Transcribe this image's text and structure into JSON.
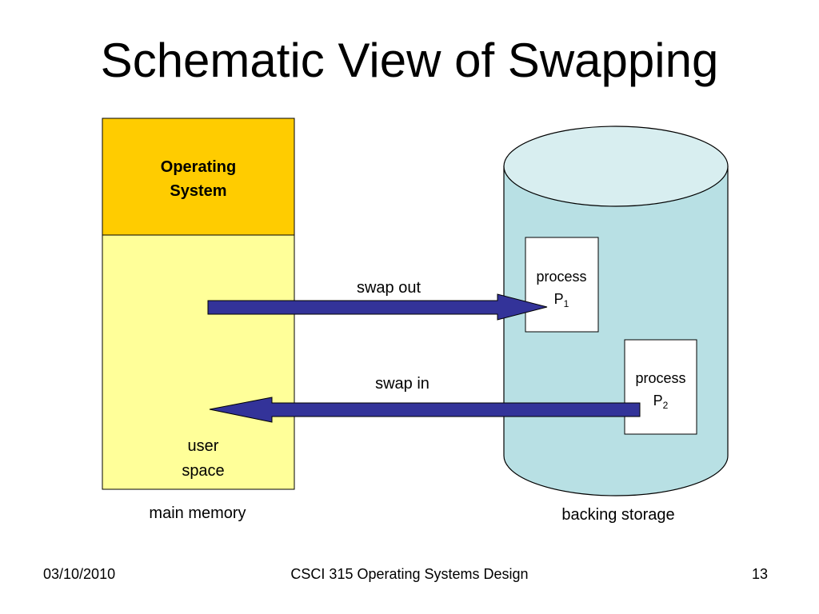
{
  "title": "Schematic View of Swapping",
  "main_memory": {
    "os_label_line1": "Operating",
    "os_label_line2": "System",
    "user_space_line1": "user",
    "user_space_line2": "space",
    "caption": "main memory"
  },
  "backing_storage": {
    "caption": "backing storage",
    "p1_word": "process",
    "p1_name": "P",
    "p1_sub": "1",
    "p2_word": "process",
    "p2_name": "P",
    "p2_sub": "2"
  },
  "arrows": {
    "swap_out": "swap out",
    "swap_in": "swap in"
  },
  "footer": {
    "date": "03/10/2010",
    "course": "CSCI 315 Operating Systems Design",
    "page": "13"
  },
  "colors": {
    "os_fill": "#FFCC00",
    "user_space_fill": "#FFFF99",
    "cylinder_body": "#B8E0E4",
    "cylinder_top": "#D8EEF0",
    "arrow_fill": "#333399"
  }
}
